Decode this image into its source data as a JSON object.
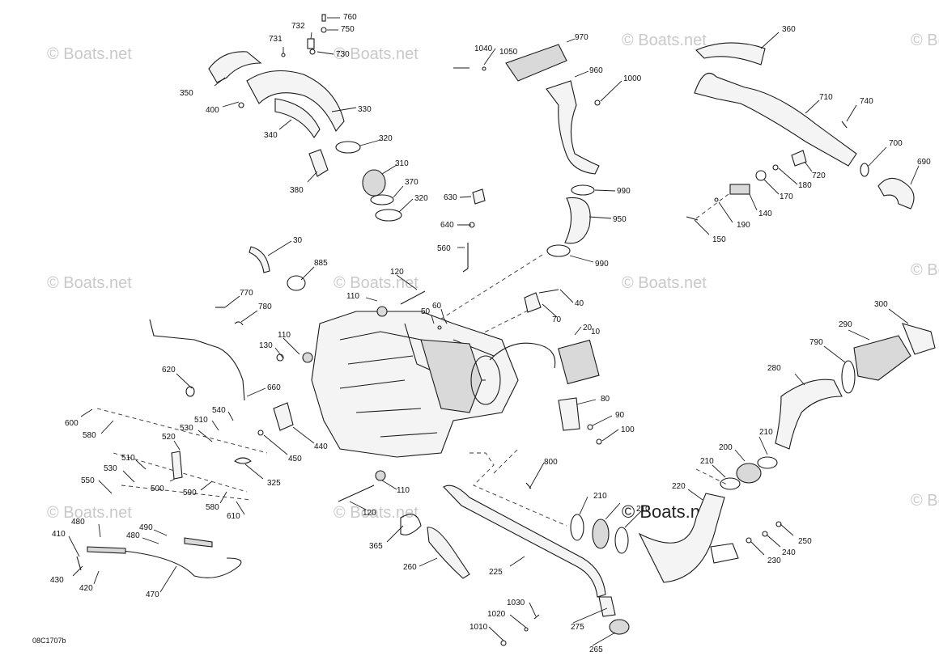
{
  "diagram": {
    "code": "08C1707b",
    "watermark": "© Boats.net",
    "callouts": [
      "10",
      "20",
      "30",
      "40",
      "50",
      "60",
      "70",
      "80",
      "90",
      "100",
      "110",
      "110",
      "110",
      "120",
      "120",
      "130",
      "140",
      "150",
      "170",
      "180",
      "190",
      "200",
      "210",
      "210",
      "210",
      "210",
      "220",
      "225",
      "230",
      "240",
      "250",
      "260",
      "265",
      "275",
      "280",
      "290",
      "300",
      "310",
      "320",
      "320",
      "325",
      "330",
      "340",
      "350",
      "360",
      "365",
      "370",
      "380",
      "400",
      "410",
      "420",
      "430",
      "440",
      "450",
      "470",
      "480",
      "480",
      "490",
      "500",
      "510",
      "510",
      "520",
      "530",
      "530",
      "540",
      "550",
      "560",
      "580",
      "580",
      "590",
      "600",
      "610",
      "620",
      "630",
      "640",
      "660",
      "690",
      "700",
      "710",
      "720",
      "730",
      "731",
      "732",
      "740",
      "750",
      "760",
      "770",
      "780",
      "790",
      "800",
      "885",
      "950",
      "960",
      "970",
      "990",
      "990",
      "1000",
      "1010",
      "1020",
      "1030",
      "1040",
      "1050"
    ]
  }
}
